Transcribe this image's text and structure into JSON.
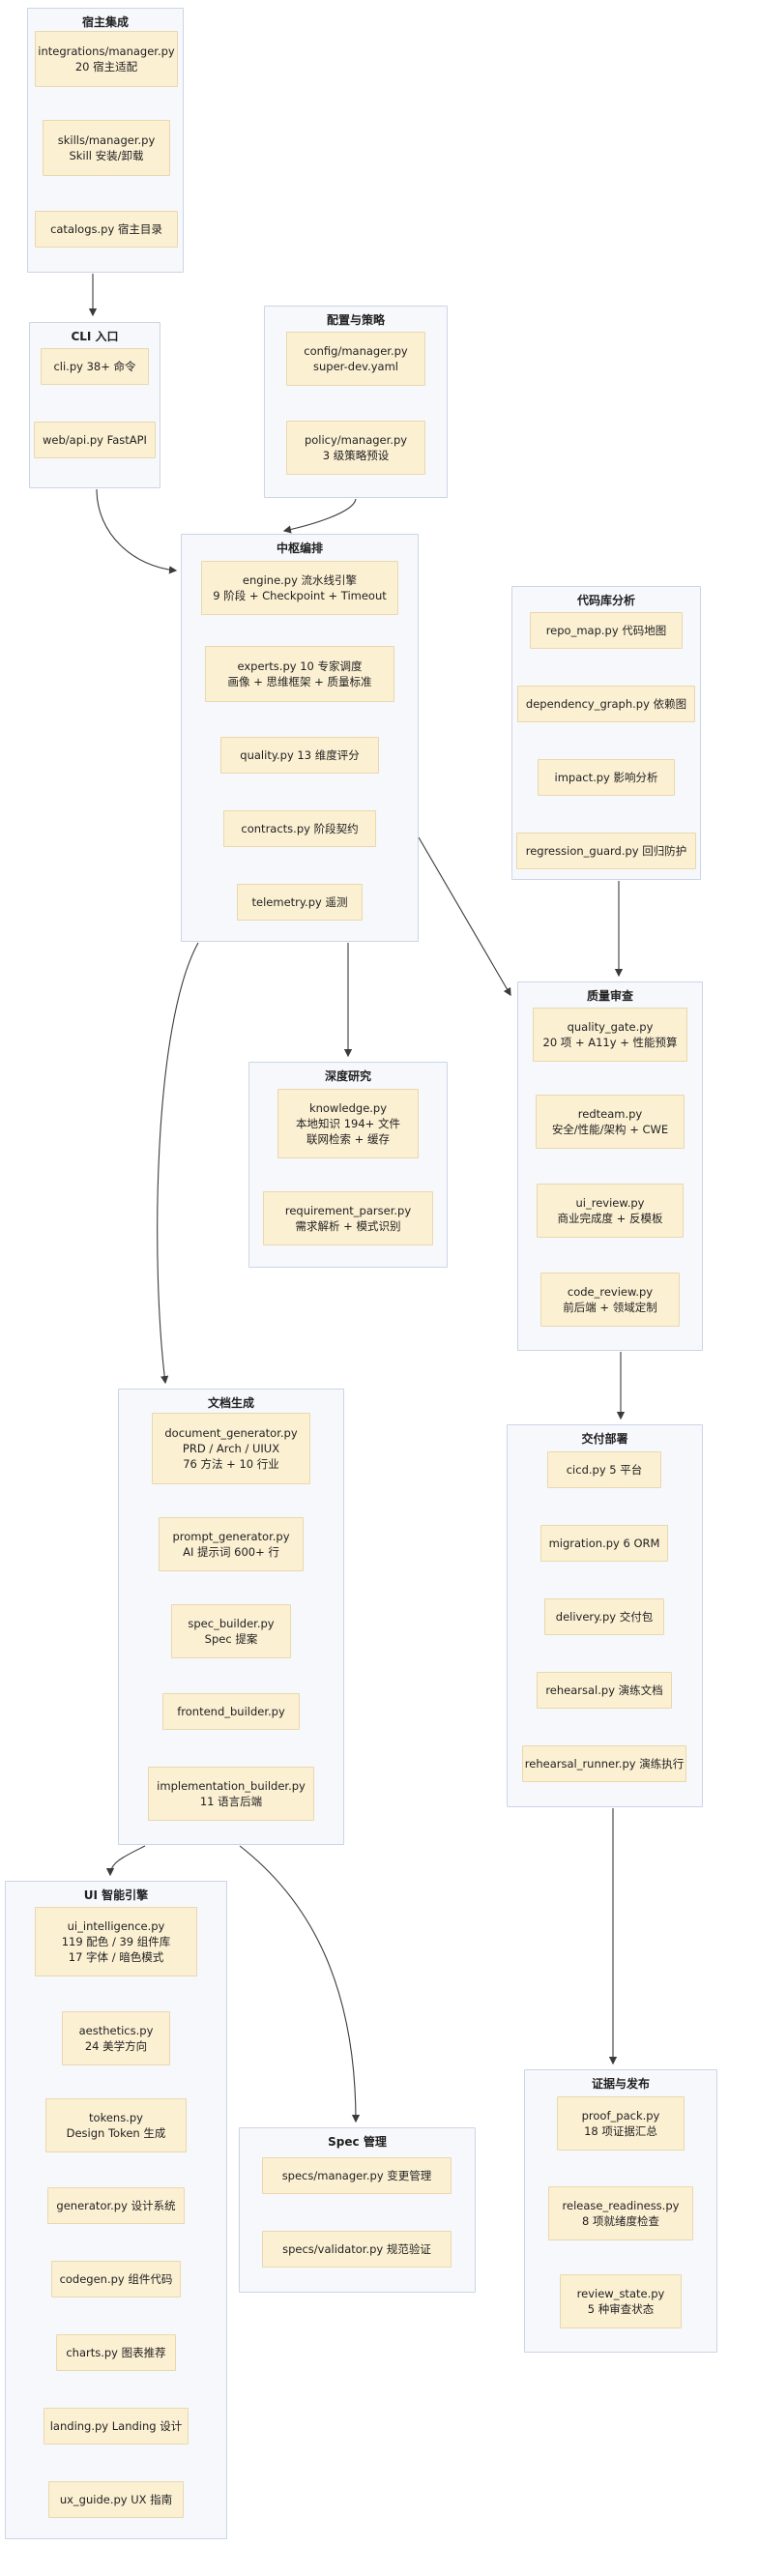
{
  "colors": {
    "node_fill": "#FCF0D3",
    "node_border": "#E8D8AE",
    "cluster_fill": "#F7F8FC",
    "cluster_border": "#CBD5E6",
    "edge": "#3b3b3b",
    "text": "#1f1f1f"
  },
  "sections": [
    {
      "id": "host",
      "title": "宿主集成",
      "nodes": [
        {
          "lines": [
            "integrations/manager.py",
            "20 宿主适配"
          ]
        },
        {
          "lines": [
            "skills/manager.py",
            "Skill 安装/卸载"
          ]
        },
        {
          "lines": [
            "catalogs.py 宿主目录"
          ]
        }
      ]
    },
    {
      "id": "cli",
      "title": "CLI 入口",
      "nodes": [
        {
          "lines": [
            "cli.py 38+ 命令"
          ]
        },
        {
          "lines": [
            "web/api.py FastAPI"
          ]
        }
      ]
    },
    {
      "id": "config",
      "title": "配置与策略",
      "nodes": [
        {
          "lines": [
            "config/manager.py",
            "super-dev.yaml"
          ]
        },
        {
          "lines": [
            "policy/manager.py",
            "3 级策略预设"
          ]
        }
      ]
    },
    {
      "id": "orchestration",
      "title": "中枢编排",
      "nodes": [
        {
          "lines": [
            "engine.py 流水线引擎",
            "9 阶段 + Checkpoint + Timeout"
          ]
        },
        {
          "lines": [
            "experts.py 10 专家调度",
            "画像 + 思维框架 + 质量标准"
          ]
        },
        {
          "lines": [
            "quality.py 13 维度评分"
          ]
        },
        {
          "lines": [
            "contracts.py 阶段契约"
          ]
        },
        {
          "lines": [
            "telemetry.py 遥测"
          ]
        }
      ]
    },
    {
      "id": "codebase",
      "title": "代码库分析",
      "nodes": [
        {
          "lines": [
            "repo_map.py 代码地图"
          ]
        },
        {
          "lines": [
            "dependency_graph.py 依赖图"
          ]
        },
        {
          "lines": [
            "impact.py 影响分析"
          ]
        },
        {
          "lines": [
            "regression_guard.py 回归防护"
          ]
        }
      ]
    },
    {
      "id": "research",
      "title": "深度研究",
      "nodes": [
        {
          "lines": [
            "knowledge.py",
            "本地知识 194+ 文件",
            "联网检索 + 缓存"
          ]
        },
        {
          "lines": [
            "requirement_parser.py",
            "需求解析 + 模式识别"
          ]
        }
      ]
    },
    {
      "id": "docs",
      "title": "文档生成",
      "nodes": [
        {
          "lines": [
            "document_generator.py",
            "PRD / Arch / UIUX",
            "76 方法 + 10 行业"
          ]
        },
        {
          "lines": [
            "prompt_generator.py",
            "AI 提示词 600+ 行"
          ]
        },
        {
          "lines": [
            "spec_builder.py",
            "Spec 提案"
          ]
        },
        {
          "lines": [
            "frontend_builder.py"
          ]
        },
        {
          "lines": [
            "implementation_builder.py",
            "11 语言后端"
          ]
        }
      ]
    },
    {
      "id": "quality_review",
      "title": "质量审查",
      "nodes": [
        {
          "lines": [
            "quality_gate.py",
            "20 项 + A11y + 性能预算"
          ]
        },
        {
          "lines": [
            "redteam.py",
            "安全/性能/架构 + CWE"
          ]
        },
        {
          "lines": [
            "ui_review.py",
            "商业完成度 + 反模板"
          ]
        },
        {
          "lines": [
            "code_review.py",
            "前后端 + 领域定制"
          ]
        }
      ]
    },
    {
      "id": "delivery",
      "title": "交付部署",
      "nodes": [
        {
          "lines": [
            "cicd.py 5 平台"
          ]
        },
        {
          "lines": [
            "migration.py 6 ORM"
          ]
        },
        {
          "lines": [
            "delivery.py 交付包"
          ]
        },
        {
          "lines": [
            "rehearsal.py 演练文档"
          ]
        },
        {
          "lines": [
            "rehearsal_runner.py 演练执行"
          ]
        }
      ]
    },
    {
      "id": "ui_engine",
      "title": "UI 智能引擎",
      "nodes": [
        {
          "lines": [
            "ui_intelligence.py",
            "119 配色 / 39 组件库",
            "17 字体 / 暗色模式"
          ]
        },
        {
          "lines": [
            "aesthetics.py",
            "24 美学方向"
          ]
        },
        {
          "lines": [
            "tokens.py",
            "Design Token 生成"
          ]
        },
        {
          "lines": [
            "generator.py 设计系统"
          ]
        },
        {
          "lines": [
            "codegen.py 组件代码"
          ]
        },
        {
          "lines": [
            "charts.py 图表推荐"
          ]
        },
        {
          "lines": [
            "landing.py Landing 设计"
          ]
        },
        {
          "lines": [
            "ux_guide.py UX 指南"
          ]
        }
      ]
    },
    {
      "id": "spec_mgmt",
      "title": "Spec 管理",
      "nodes": [
        {
          "lines": [
            "specs/manager.py 变更管理"
          ]
        },
        {
          "lines": [
            "specs/validator.py 规范验证"
          ]
        }
      ]
    },
    {
      "id": "evidence",
      "title": "证据与发布",
      "nodes": [
        {
          "lines": [
            "proof_pack.py",
            "18 项证据汇总"
          ]
        },
        {
          "lines": [
            "release_readiness.py",
            "8 项就绪度检查"
          ]
        },
        {
          "lines": [
            "review_state.py",
            "5 种审查状态"
          ]
        }
      ]
    }
  ],
  "edges": [
    {
      "from": "host",
      "to": "cli"
    },
    {
      "from": "cli",
      "to": "orchestration"
    },
    {
      "from": "config",
      "to": "orchestration"
    },
    {
      "from": "orchestration",
      "to": "research"
    },
    {
      "from": "orchestration",
      "to": "docs"
    },
    {
      "from": "orchestration",
      "to": "quality_review"
    },
    {
      "from": "codebase",
      "to": "quality_review"
    },
    {
      "from": "quality_review",
      "to": "delivery"
    },
    {
      "from": "docs",
      "to": "ui_engine"
    },
    {
      "from": "docs",
      "to": "spec_mgmt"
    },
    {
      "from": "delivery",
      "to": "evidence"
    }
  ]
}
